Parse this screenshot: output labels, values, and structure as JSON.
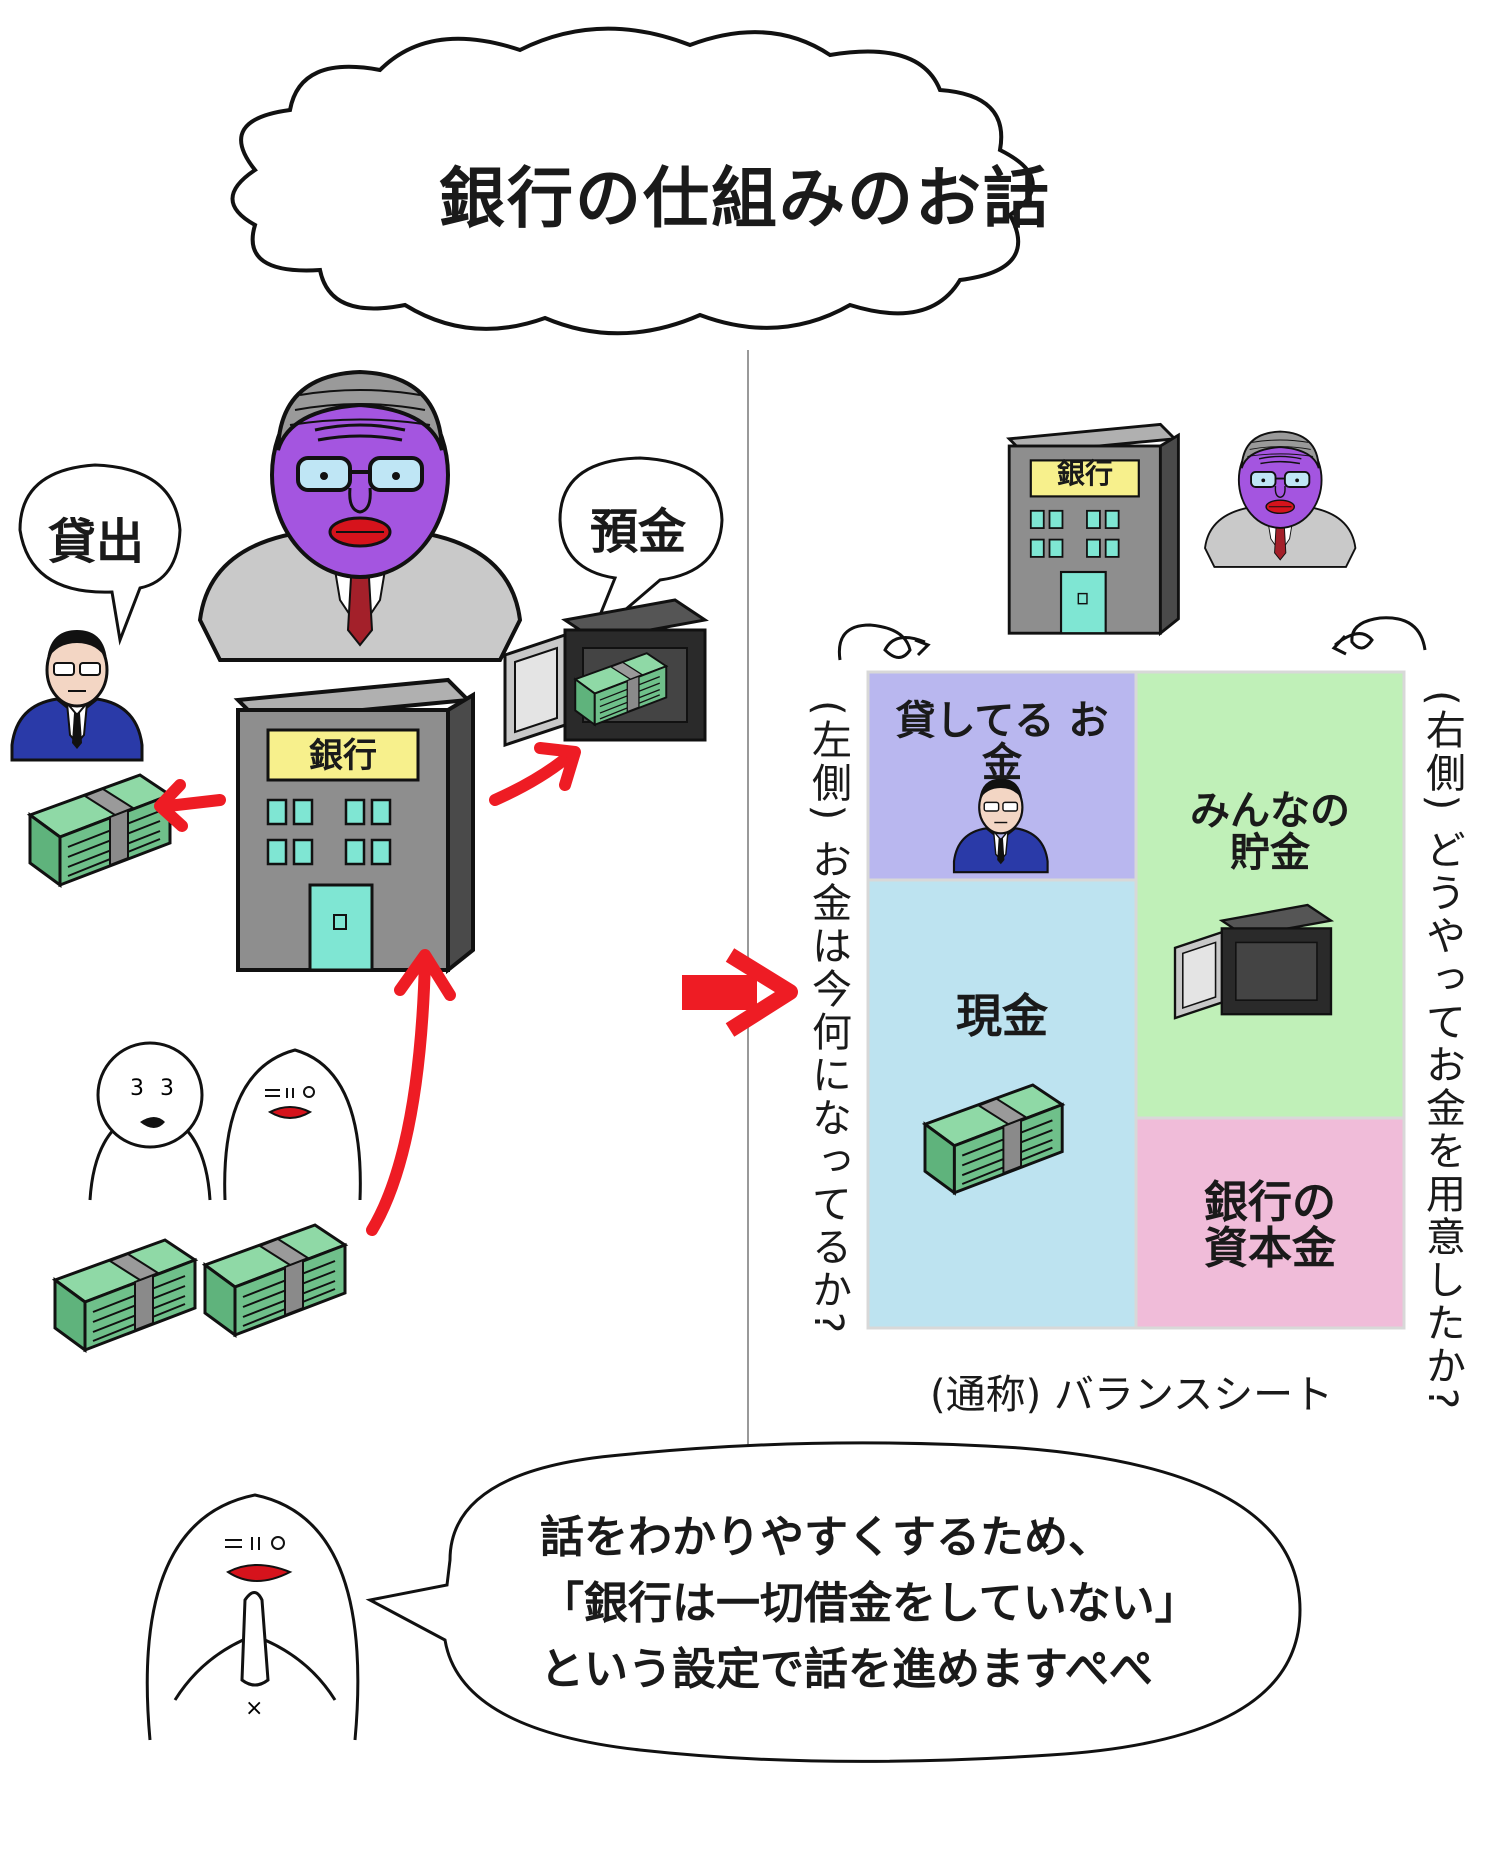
{
  "title": "銀行の仕組みのお話",
  "left_scene": {
    "loan_bubble": "貸出",
    "deposit_bubble": "預金",
    "bank_sign": "銀行"
  },
  "right_scene": {
    "bank_sign": "銀行",
    "left_side_caption": "(左側) お金は今何になってるか?",
    "right_side_caption": "(右側) どうやってお金を用意したか?",
    "balance_sheet": {
      "lent_money": "貸してる お金",
      "cash": "現金",
      "everyones_savings": "みんなの 貯金",
      "bank_capital": "銀行の 資本金",
      "caption": "(通称) バランスシート"
    }
  },
  "speech_bubble": {
    "lines": [
      "話をわかりやすくするため、",
      "「銀行は一切借金をしていない」",
      "という設定で話を進めますぺぺ"
    ]
  },
  "colors": {
    "arrow_red": "#ee1c24",
    "lent_money_cell": "#b9b7ef",
    "cash_cell": "#bde3f0",
    "savings_cell": "#c0f0b8",
    "capital_cell": "#f0bcd9",
    "bank_gray": "#8e8e8e",
    "money_green": "#6fc08a",
    "sign_yellow": "#f7f08c",
    "door_teal": "#7fe6d3",
    "boss_face": "#a455e0",
    "suit_gray": "#c9c9c9",
    "blue_suit": "#2a3aa8",
    "safe_black": "#2a2a2a"
  },
  "icons": [
    "cloud-bubble",
    "bank-building-icon",
    "boss-character-icon",
    "borrower-character-icon",
    "safe-icon",
    "money-stack-icon",
    "arrow-icon",
    "ghost-character-icon"
  ]
}
